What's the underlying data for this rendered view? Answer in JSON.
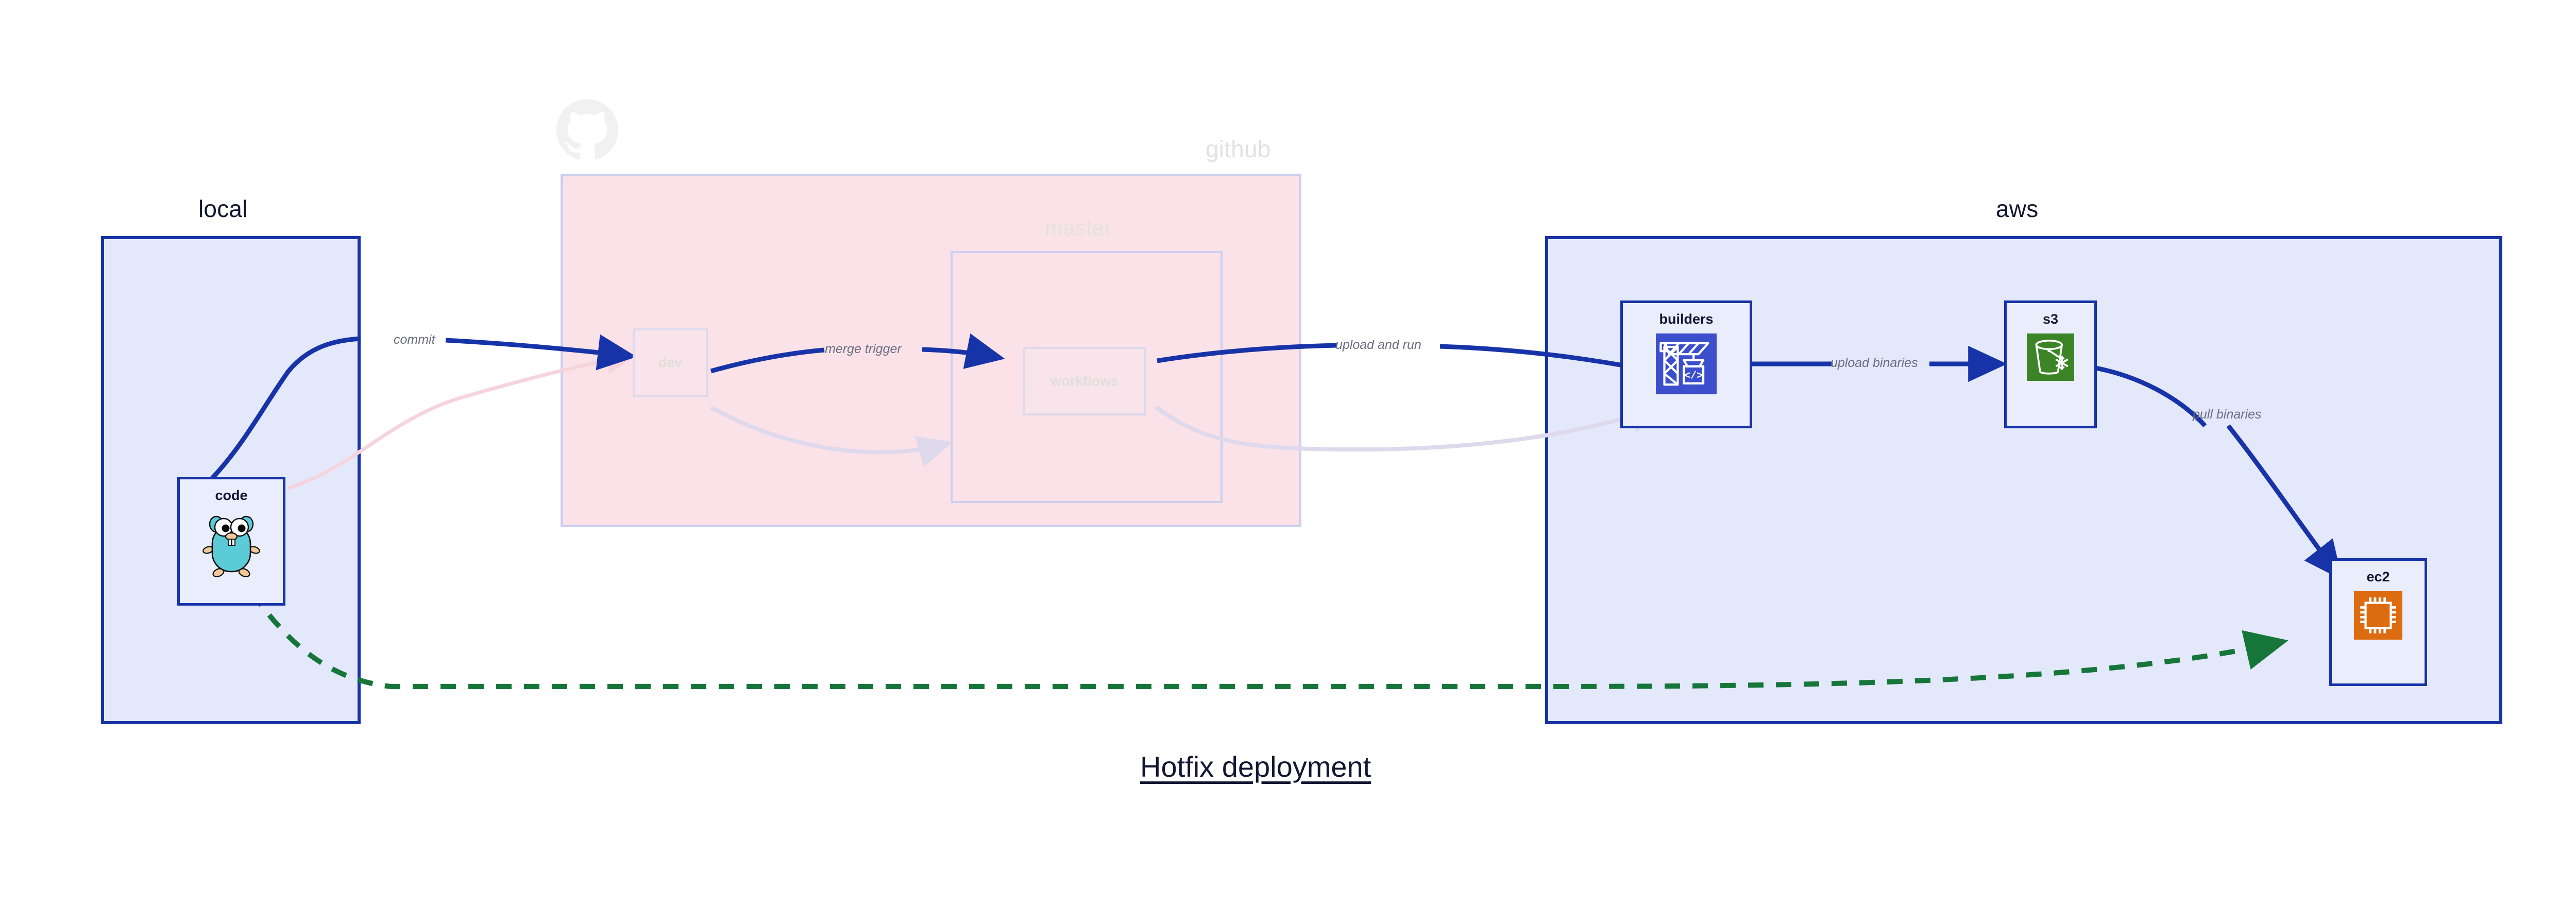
{
  "title": "Hotfix deployment",
  "colors": {
    "cluster_border": "#1733a8",
    "cluster_fill": "#e3e8fb",
    "github_fill": "#fae2e8",
    "edge_blue": "#1733a8",
    "edge_green": "#16763a",
    "faded_edge": "#ded9ec",
    "builders_icon_bg": "#3b4ecc",
    "s3_icon_bg": "#3c8527",
    "ec2_icon_bg": "#dd6b10",
    "gopher_body": "#5bcbd8",
    "label_text": "#6a6e80"
  },
  "clusters": [
    {
      "id": "local",
      "label": "local",
      "faded": false
    },
    {
      "id": "github",
      "label": "github",
      "faded": true
    },
    {
      "id": "master",
      "label": "master",
      "faded": true
    },
    {
      "id": "aws",
      "label": "aws",
      "faded": false
    }
  ],
  "nodes": [
    {
      "id": "code",
      "label": "code",
      "icon": "go-gopher-icon",
      "faded": false
    },
    {
      "id": "dev",
      "label": "dev",
      "icon": "none",
      "faded": true
    },
    {
      "id": "workflows",
      "label": "workflows",
      "icon": "none",
      "faded": true
    },
    {
      "id": "builders",
      "label": "builders",
      "icon": "aws-codebuild-icon",
      "faded": false
    },
    {
      "id": "s3",
      "label": "s3",
      "icon": "aws-s3-icon",
      "faded": false
    },
    {
      "id": "ec2",
      "label": "ec2",
      "icon": "aws-ec2-icon",
      "faded": false
    }
  ],
  "edges": [
    {
      "id": "commit",
      "label": "commit",
      "from": "code",
      "to": "dev",
      "style": "solid",
      "color": "#1733a8"
    },
    {
      "id": "merge-trigger",
      "label": "merge trigger",
      "from": "dev",
      "to": "workflows",
      "style": "solid",
      "color": "#1733a8"
    },
    {
      "id": "upload-and-run",
      "label": "upload and run",
      "from": "workflows",
      "to": "builders",
      "style": "solid",
      "color": "#1733a8"
    },
    {
      "id": "upload-binaries",
      "label": "upload binaries",
      "from": "builders",
      "to": "s3",
      "style": "solid",
      "color": "#1733a8"
    },
    {
      "id": "pull-binaries",
      "label": "pull binaries",
      "from": "s3",
      "to": "ec2",
      "style": "solid",
      "color": "#1733a8"
    },
    {
      "id": "hotfix-direct",
      "label": "",
      "from": "code",
      "to": "ec2",
      "style": "dashed",
      "color": "#16763a"
    }
  ]
}
